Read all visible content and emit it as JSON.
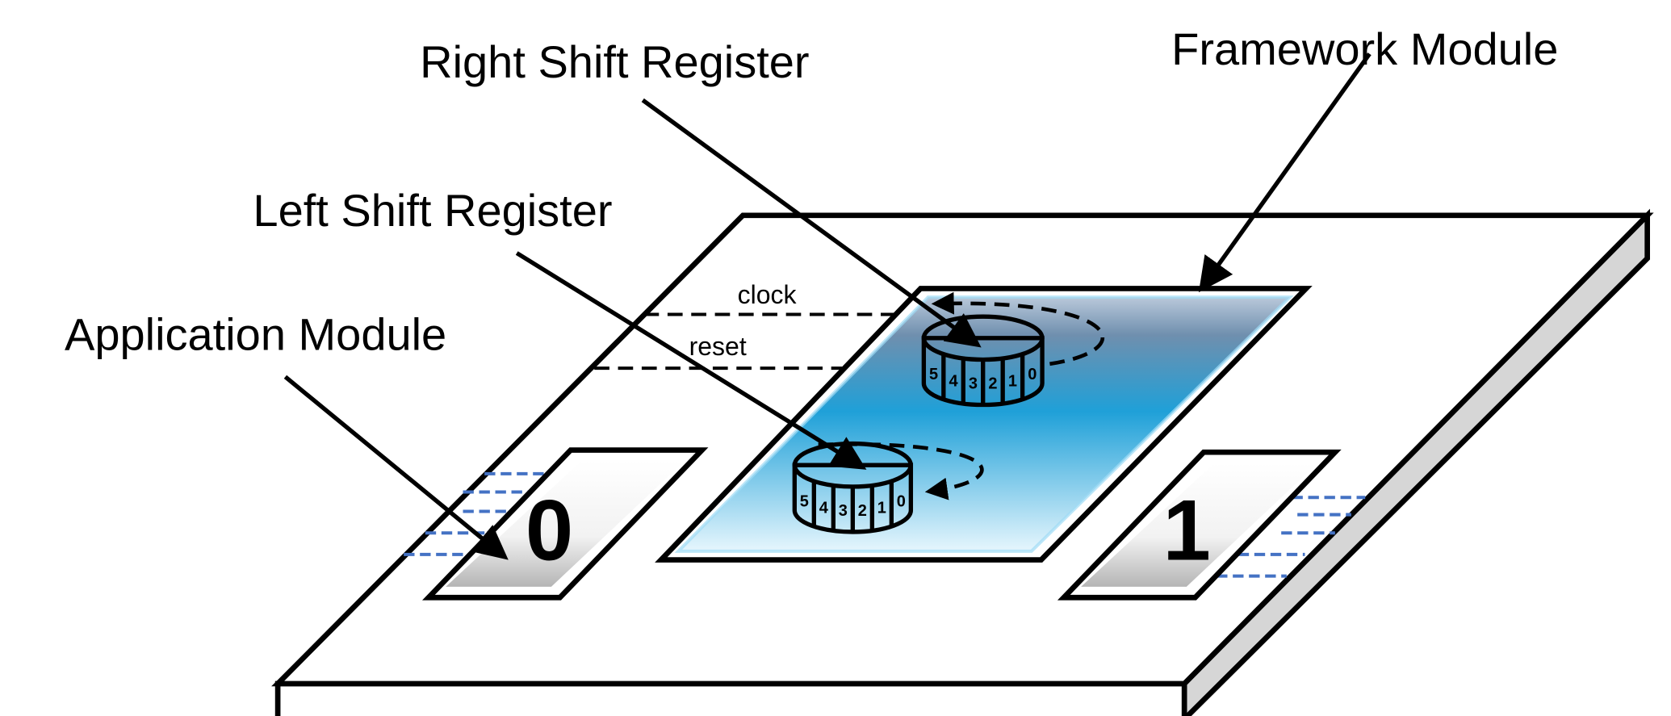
{
  "labels": {
    "right_shift_register": "Right Shift Register",
    "framework_module": "Framework Module",
    "left_shift_register": "Left Shift Register",
    "application_module": "Application Module"
  },
  "signals": {
    "clock": "clock",
    "reset": "reset"
  },
  "modules": {
    "left": "0",
    "right": "1"
  },
  "right_register_bits": [
    "5",
    "4",
    "3",
    "2",
    "1",
    "0"
  ],
  "left_register_bits": [
    "5",
    "4",
    "3",
    "2",
    "1",
    "0"
  ],
  "colors": {
    "framework_top": "#6f8fae",
    "framework_mid": "#1fa0d8",
    "framework_bottom": "#e6f6fd",
    "wire": "#4472c4"
  }
}
